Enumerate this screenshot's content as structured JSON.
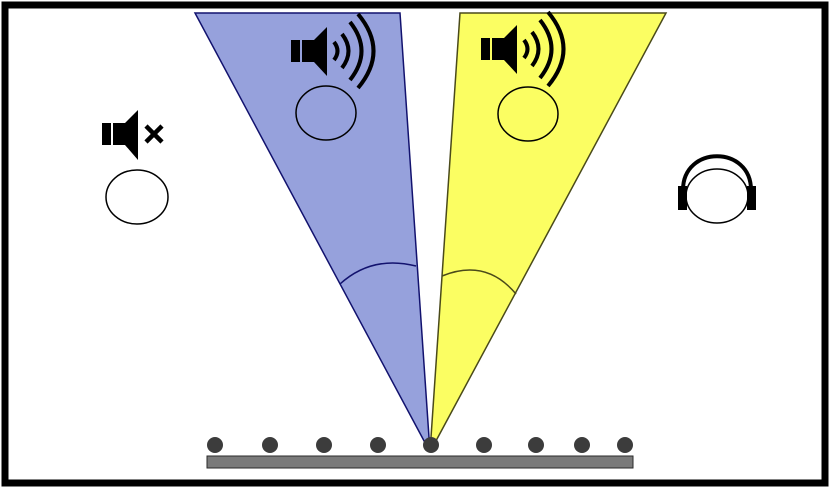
{
  "colors": {
    "background": "#ffffff",
    "frame": "#000000",
    "beam_left_fill": "#96a1dc",
    "beam_left_stroke": "#12126e",
    "beam_right_fill": "#fbfe62",
    "beam_right_stroke": "#4a4a1a",
    "array_bar": "#7a7a7a",
    "mic_dot": "#3c3c3c",
    "head_fill_left": "#96a1dc",
    "head_fill_right": "#fbfe62",
    "head_fill_plain": "#ffffff"
  },
  "icons": {
    "left_beam_speaker": "speaker-loud-icon",
    "right_beam_speaker": "speaker-loud-icon",
    "muted_listener": "speaker-muted-icon",
    "headphone_listener": "headphones-icon"
  },
  "listeners": [
    {
      "id": "listener-left-beam",
      "in_beam": "left",
      "icon": "speaker-loud-icon"
    },
    {
      "id": "listener-right-beam",
      "in_beam": "right",
      "icon": "speaker-loud-icon"
    },
    {
      "id": "listener-muted",
      "in_beam": "none",
      "icon": "speaker-muted-icon"
    },
    {
      "id": "listener-headphones",
      "in_beam": "none",
      "icon": "headphones-icon"
    }
  ],
  "microphone_array": {
    "element_count": 9
  }
}
